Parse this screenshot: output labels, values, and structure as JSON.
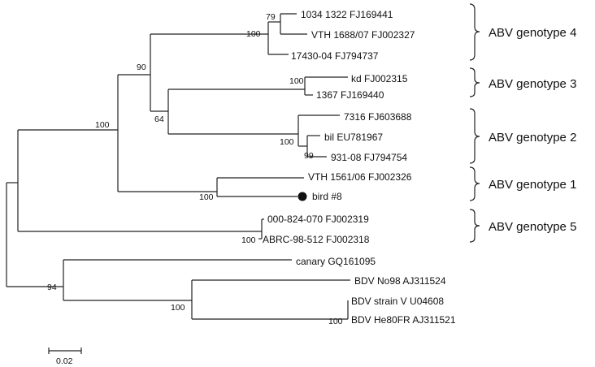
{
  "leaves": [
    {
      "id": "L1",
      "label": "1034 1322 FJ169441"
    },
    {
      "id": "L2",
      "label": "VTH 1688/07 FJ002327"
    },
    {
      "id": "L3",
      "label": "17430-04 FJ794737"
    },
    {
      "id": "L4",
      "label": "kd FJ002315"
    },
    {
      "id": "L5",
      "label": "1367 FJ169440"
    },
    {
      "id": "L6",
      "label": "7316 FJ603688"
    },
    {
      "id": "L7",
      "label": "bil EU781967"
    },
    {
      "id": "L8",
      "label": "931-08 FJ794754"
    },
    {
      "id": "L9",
      "label": "VTH 1561/06 FJ002326"
    },
    {
      "id": "L10",
      "label": "bird #8",
      "marker": "filled-circle"
    },
    {
      "id": "L11",
      "label": "000-824-070 FJ002319"
    },
    {
      "id": "L12",
      "label": "ABRC-98-512 FJ002318"
    },
    {
      "id": "L13",
      "label": "canary GQ161095"
    },
    {
      "id": "L14",
      "label": "BDV No98 AJ311524"
    },
    {
      "id": "L15",
      "label": "BDV strain V U04608"
    },
    {
      "id": "L16",
      "label": "BDV He80FR AJ311521"
    }
  ],
  "bootstrap_values": [
    "79",
    "100",
    "90",
    "100",
    "64",
    "100",
    "99",
    "100",
    "100",
    "100",
    "94",
    "100",
    "100"
  ],
  "groups": [
    {
      "id": "G4",
      "label": "ABV genotype 4"
    },
    {
      "id": "G3",
      "label": "ABV genotype 3"
    },
    {
      "id": "G2",
      "label": "ABV genotype 2"
    },
    {
      "id": "G1",
      "label": "ABV genotype 1"
    },
    {
      "id": "G5",
      "label": "ABV genotype 5"
    }
  ],
  "scale_bar": {
    "label": "0.02"
  },
  "colors": {
    "line": "#222222",
    "text": "#111111",
    "background": "#ffffff"
  }
}
